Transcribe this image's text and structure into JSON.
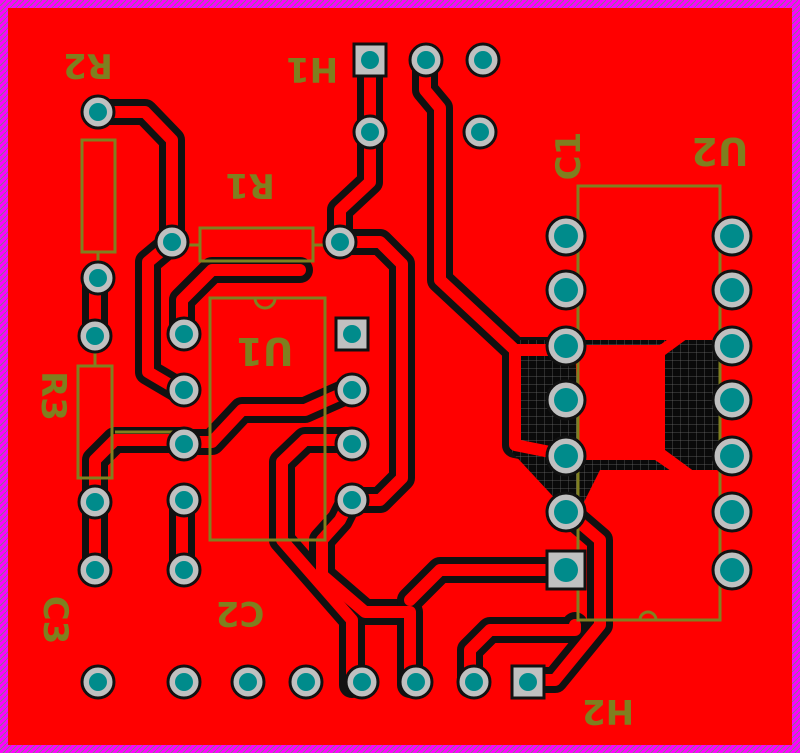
{
  "colors": {
    "copper": "#ff0000",
    "silkscreen": "#808020",
    "pad": "#008b8b",
    "pad_ring": "#c0c0c0",
    "board_edge": "#ff00ff",
    "clearance": "#000000"
  },
  "labels": {
    "r2": "R2",
    "r1": "R1",
    "r3": "R3",
    "u1": "U1",
    "u2": "U2",
    "c1": "C1",
    "c2": "C2",
    "c3": "C3",
    "h1": "H1",
    "h2": "H2"
  }
}
